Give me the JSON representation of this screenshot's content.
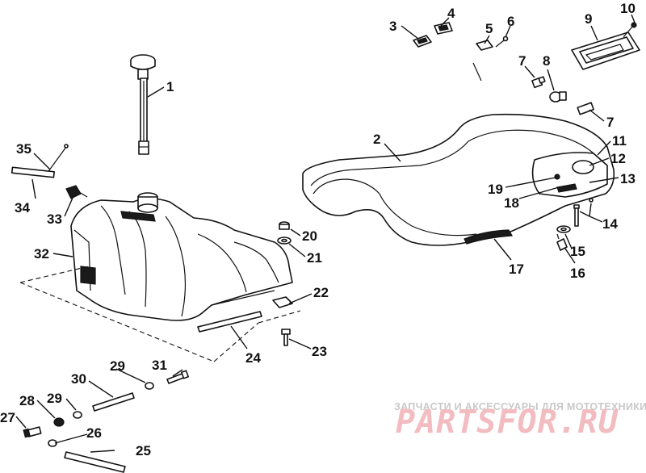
{
  "callouts": [
    "1",
    "2",
    "3",
    "4",
    "5",
    "6",
    "7",
    "8",
    "9",
    "10",
    "11",
    "12",
    "13",
    "14",
    "15",
    "16",
    "17",
    "18",
    "19",
    "20",
    "21",
    "22",
    "23",
    "24",
    "25",
    "26",
    "27",
    "28",
    "29",
    "30",
    "31",
    "32",
    "33",
    "34",
    "35"
  ],
  "watermark": {
    "tagline": "ЗАПЧАСТИ И АКСЕССУАРЫ ДЛЯ МОТОТЕХНИКИ",
    "logo": "PARTSFOR.RU"
  }
}
